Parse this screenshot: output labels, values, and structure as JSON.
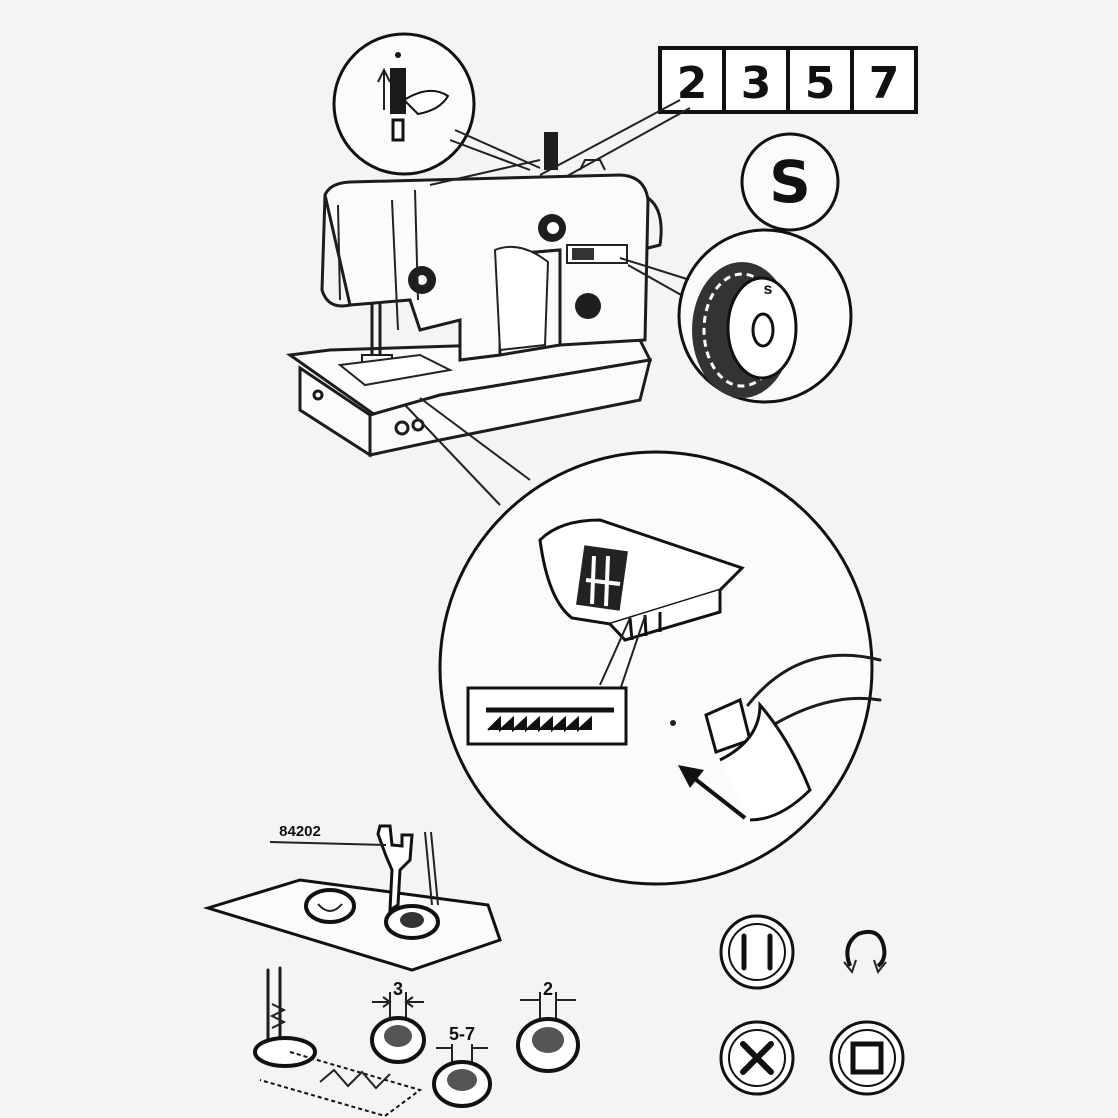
{
  "setting_boxes": [
    "2",
    "3",
    "5",
    "7"
  ],
  "dial_letter_large": "S",
  "dial_letter_small": "s",
  "foot_part_number": "84202",
  "button_spacing_labels": [
    "3",
    "5-7",
    "2"
  ],
  "colors": {
    "ink": "#1c1c1c",
    "paper": "#f4f4f2"
  },
  "icons": [
    "two-hole-button-icon",
    "shank-button-icon",
    "cross-stitch-button-icon",
    "square-stitch-button-icon"
  ]
}
